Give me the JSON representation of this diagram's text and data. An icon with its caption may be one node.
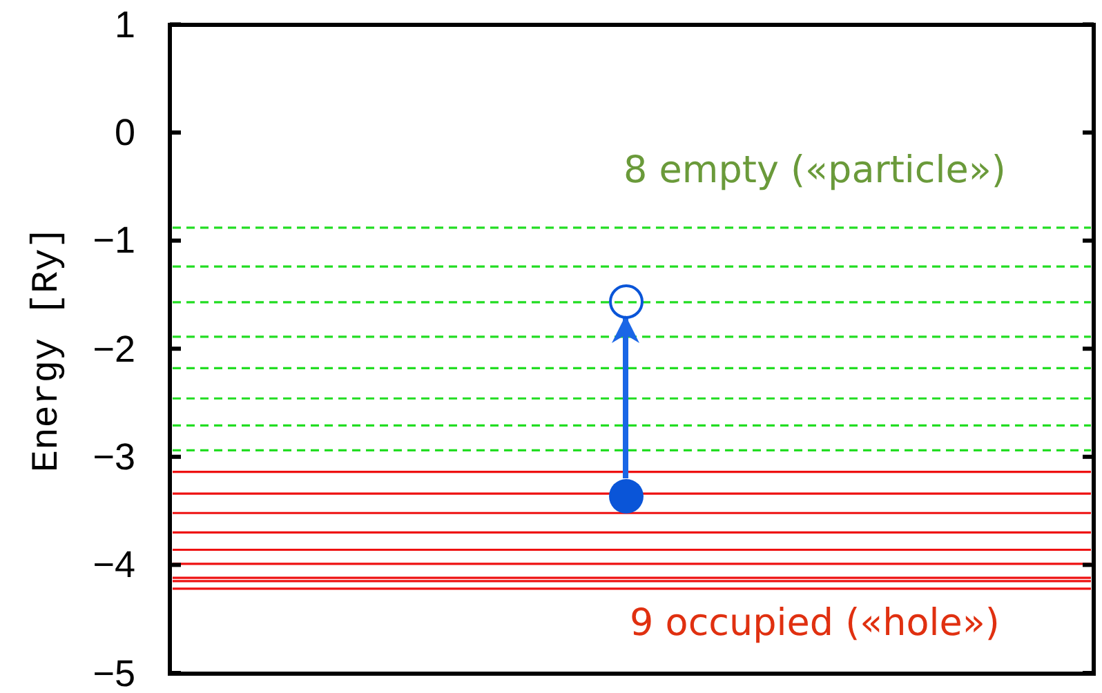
{
  "diagram": {
    "nodes": [
      {
        "text": [],
        "shape": "circle"
      },
      {
        "text": [],
        "shape": "circle"
      }
    ],
    "edges": [
      {
        "from": 1,
        "to": 0,
        "arrow": "to"
      }
    ],
    "labels": [
      "1",
      "0",
      "−1",
      "−2",
      "−3",
      "−4",
      "−5",
      "Energy [Ry]",
      "8 empty («particle»)",
      "9 occupied («hole»)"
    ]
  }
}
